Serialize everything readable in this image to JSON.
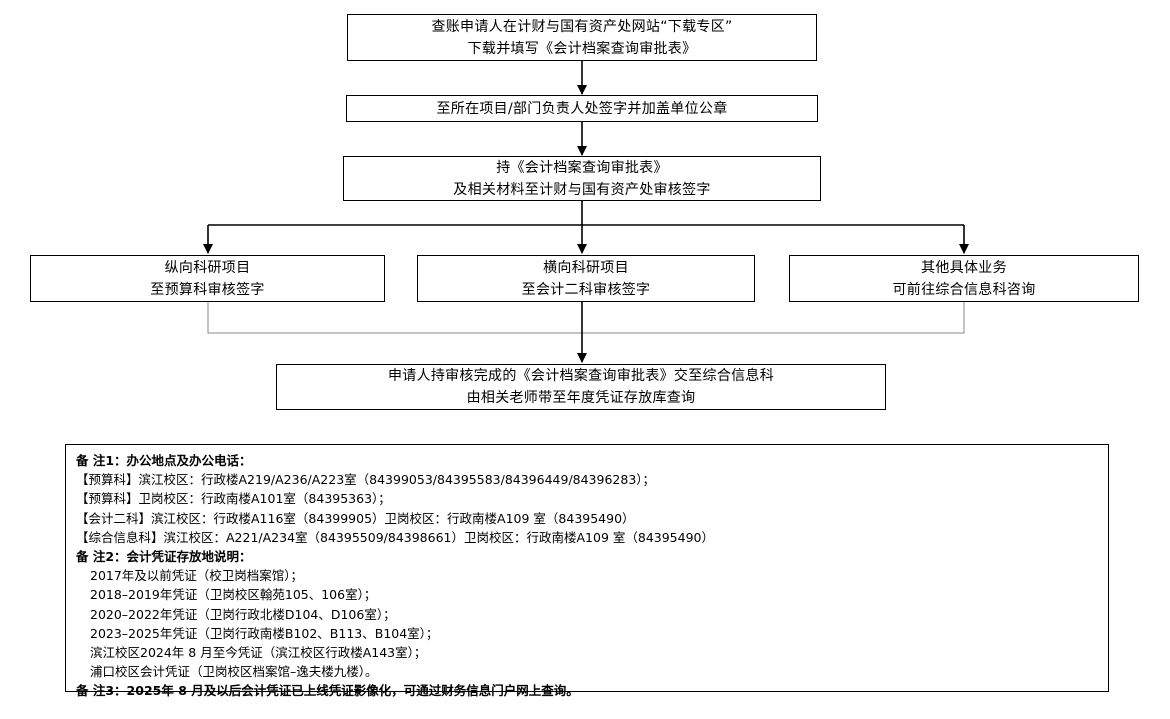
{
  "flow": {
    "step1": {
      "line1": "查账申请人在计财与国有资产处网站“下载专区”",
      "line2": "下载并填写《会计档案查询审批表》"
    },
    "step2": {
      "line1": "至所在项目/部门负责人处签字并加盖单位公章"
    },
    "step3": {
      "line1": "持《会计档案查询审批表》",
      "line2": "及相关材料至计财与国有资产处审核签字"
    },
    "branch_left": {
      "line1": "纵向科研项目",
      "line2": "至预算科审核签字"
    },
    "branch_middle": {
      "line1": "横向科研项目",
      "line2": "至会计二科审核签字"
    },
    "branch_right": {
      "line1": "其他具体业务",
      "line2": "可前往综合信息科咨询"
    },
    "final": {
      "line1": "申请人持审核完成的《会计档案查询审批表》交至综合信息科",
      "line2": "由相关老师带至年度凭证存放库查询"
    }
  },
  "notes": {
    "note1_title": "备 注1：办公地点及办公电话：",
    "note1_lines": [
      "【预算科】滨江校区：行政楼A219/A236/A223室（84399053/84395583/84396449/84396283）；",
      "【预算科】卫岗校区：行政南楼A101室（84395363）；",
      "【会计二科】滨江校区：行政楼A116室（84399905）卫岗校区：行政南楼A109 室（84395490）",
      "【综合信息科】滨江校区：A221/A234室（84395509/84398661）卫岗校区：行政南楼A109 室（84395490）"
    ],
    "note2_title": "备 注2：会计凭证存放地说明：",
    "note2_lines": [
      "2017年及以前凭证（校卫岗档案馆）；",
      "2018–2019年凭证（卫岗校区翰苑105、106室）；",
      "2020–2022年凭证（卫岗行政北楼D104、D106室）；",
      "2023–2025年凭证（卫岗行政南楼B102、B113、B104室）；",
      "滨江校区2024年 8 月至今凭证（滨江校区行政楼A143室）；",
      "浦口校区会计凭证（卫岗校区档案馆–逸夫楼九楼）。"
    ],
    "note3": "备 注3：2025年 8 月及以后会计凭证已上线凭证影像化，可通过财务信息门户网上查询。"
  }
}
